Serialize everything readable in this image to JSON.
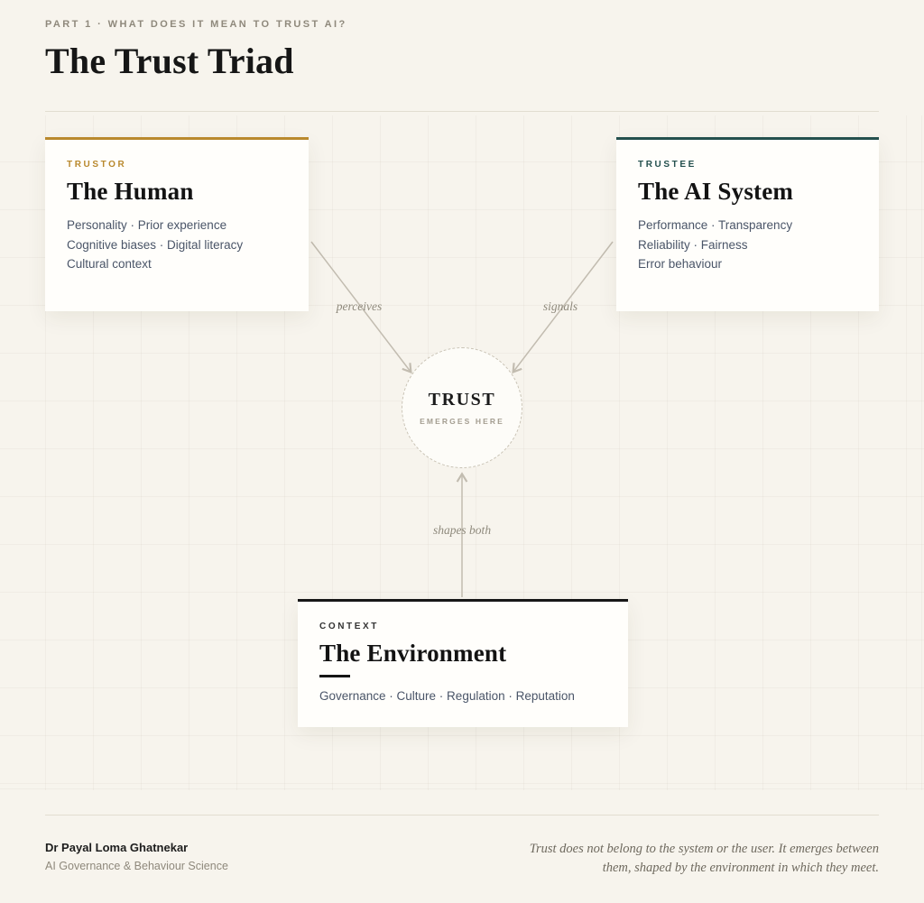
{
  "page": {
    "eyebrow": "PART 1 · WHAT DOES IT MEAN TO TRUST AI?",
    "title": "The Trust Triad"
  },
  "colors": {
    "background": "#f7f4ed",
    "trustor_accent": "#b9892e",
    "trustee_accent": "#24504e",
    "context_accent": "#171717",
    "arrow": "#c2bcb0"
  },
  "cards": {
    "human": {
      "tag": "TRUSTOR",
      "title": "The Human",
      "lines": [
        "Personality · Prior experience",
        "Cognitive biases · Digital literacy",
        "Cultural context"
      ]
    },
    "ai": {
      "tag": "TRUSTEE",
      "title": "The AI System",
      "lines": [
        "Performance · Transparency",
        "Reliability · Fairness",
        "Error behaviour"
      ]
    },
    "environment": {
      "tag": "CONTEXT",
      "title": "The Environment",
      "lines": [
        "Governance · Culture · Regulation · Reputation"
      ]
    }
  },
  "center": {
    "title": "TRUST",
    "subtitle": "EMERGES HERE"
  },
  "edges": {
    "perceives": "perceives",
    "signals": "signals",
    "shapes_both": "shapes both"
  },
  "footer": {
    "author": "Dr Payal Loma Ghatnekar",
    "role": "AI Governance & Behaviour Science",
    "quote": "Trust does not belong to the system or the user. It emerges between them, shaped by the environment in which they meet."
  }
}
